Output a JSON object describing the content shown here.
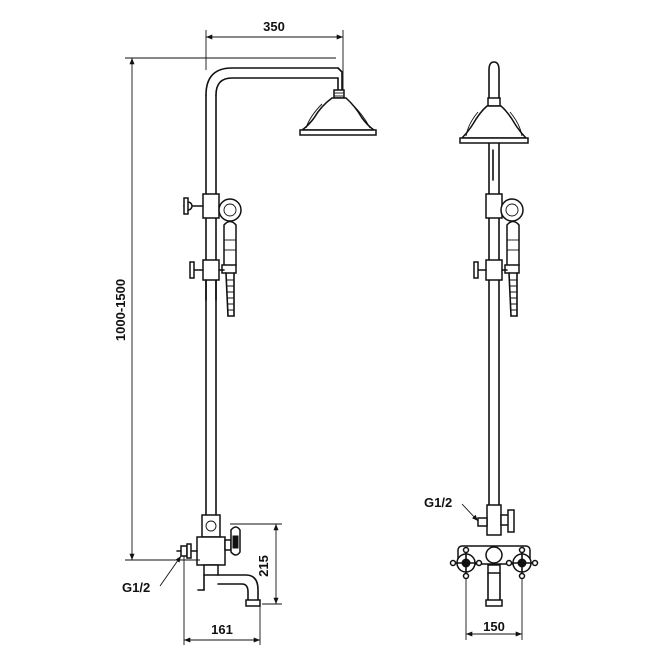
{
  "dimensions": {
    "top_width": "350",
    "height_range": "1000-1500",
    "mixer_height": "215",
    "spout_reach": "161",
    "centres": "150"
  },
  "labels": {
    "inlet_side": "G1/2",
    "inlet_front": "G1/2"
  }
}
